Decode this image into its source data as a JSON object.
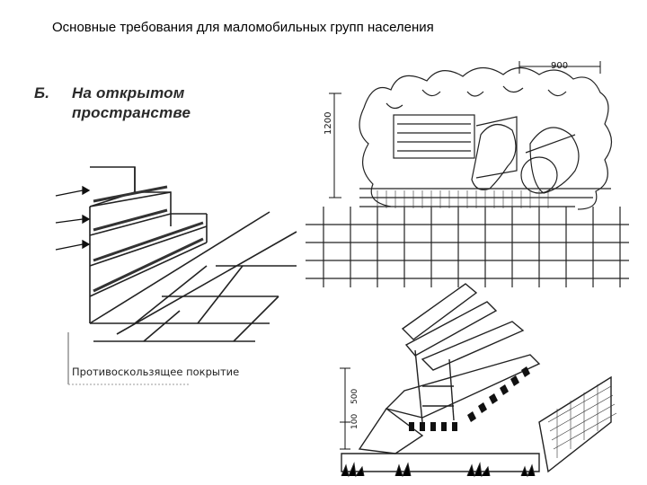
{
  "slide": {
    "title": "Основные требования для маломобильных групп населения"
  },
  "section": {
    "letter": "Б.",
    "line1": "На открытом",
    "line2": "пространстве"
  },
  "stairs_drawing": {
    "caption": "Противоскользящее покрытие"
  },
  "bench_drawing": {
    "width_dim": "900",
    "height_dim": "1200"
  },
  "bench_curb_drawing": {
    "seat_height_dim": "500",
    "curb_height_dim": "100"
  }
}
